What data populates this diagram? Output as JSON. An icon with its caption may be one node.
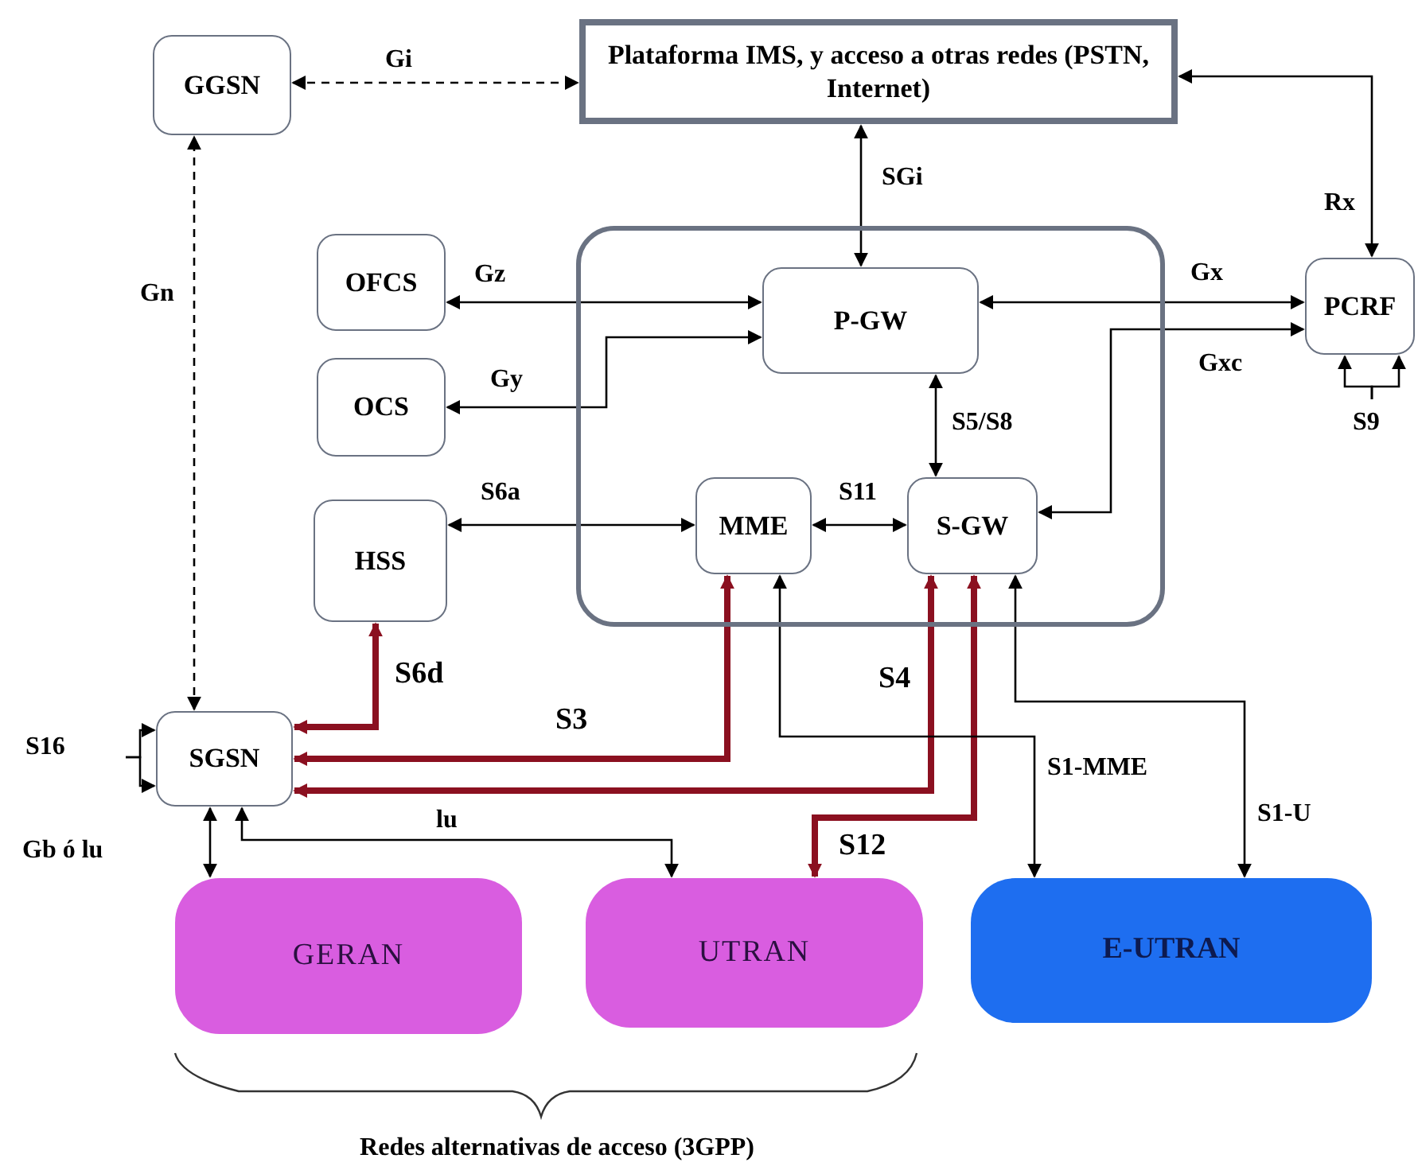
{
  "diagram": {
    "nodes": [
      {
        "text": [
          "GGSN"
        ]
      },
      {
        "text": [
          "Plataforma IMS, y acceso a otras redes (PSTN, Internet)"
        ]
      },
      {
        "text": [],
        "shape": "box"
      },
      {
        "text": [
          "P-GW"
        ],
        "in": 2
      },
      {
        "text": [
          "MME"
        ],
        "in": 2
      },
      {
        "text": [
          "S-GW"
        ],
        "in": 2
      },
      {
        "text": [
          "OFCS"
        ]
      },
      {
        "text": [
          "OCS"
        ]
      },
      {
        "text": [
          "HSS"
        ]
      },
      {
        "text": [
          "PCRF"
        ]
      },
      {
        "text": [
          "SGSN"
        ]
      },
      {
        "text": [
          "GERAN"
        ]
      },
      {
        "text": [
          "UTRAN"
        ]
      },
      {
        "text": [
          "E-UTRAN"
        ]
      }
    ],
    "edges": [
      {
        "from": 0,
        "to": 1,
        "arrow": "both",
        "label": "Gi",
        "style": "dashed"
      },
      {
        "from": 10,
        "to": 0,
        "arrow": "both",
        "label": "Gn",
        "style": "dashed"
      },
      {
        "from": 1,
        "to": 3,
        "arrow": "both",
        "label": "SGi"
      },
      {
        "from": 1,
        "to": 9,
        "arrow": "both",
        "label": "Rx"
      },
      {
        "from": 6,
        "to": 3,
        "arrow": "both",
        "label": "Gz"
      },
      {
        "from": 7,
        "to": 3,
        "arrow": "both",
        "label": "Gy"
      },
      {
        "from": 3,
        "to": 9,
        "arrow": "both",
        "label": "Gx"
      },
      {
        "from": 9,
        "to": 5,
        "arrow": "both",
        "label": "Gxc"
      },
      {
        "from": 3,
        "to": 5,
        "arrow": "both",
        "label": "S5/S8"
      },
      {
        "from": 4,
        "to": 5,
        "arrow": "both",
        "label": "S11"
      },
      {
        "from": 8,
        "to": 4,
        "arrow": "both",
        "label": "S6a"
      },
      {
        "from": 10,
        "to": 8,
        "arrow": "both",
        "label": "S6d",
        "style": "thick",
        "color": "#8b1020"
      },
      {
        "from": 10,
        "to": 4,
        "arrow": "both",
        "label": "S3",
        "style": "thick",
        "color": "#8b1020"
      },
      {
        "from": 10,
        "to": 5,
        "arrow": "both",
        "label": "S4",
        "style": "thick",
        "color": "#8b1020"
      },
      {
        "from": 5,
        "to": 12,
        "arrow": "both",
        "label": "S12",
        "style": "thick",
        "color": "#8b1020"
      },
      {
        "from": 4,
        "to": 13,
        "arrow": "both",
        "label": "S1-MME"
      },
      {
        "from": 5,
        "to": 13,
        "arrow": "both",
        "label": "S1-U"
      },
      {
        "from": 10,
        "to": 11,
        "arrow": "both",
        "label": "Gb ó lu"
      },
      {
        "from": 10,
        "to": 12,
        "arrow": "both",
        "label": "lu"
      },
      {
        "from": null,
        "to": 9,
        "arrow": "to",
        "label": "S9"
      },
      {
        "from": null,
        "to": 9,
        "arrow": "to"
      },
      {
        "from": null,
        "to": 10,
        "arrow": "to",
        "label": "S16"
      },
      {
        "from": null,
        "to": 10,
        "arrow": "to"
      }
    ],
    "labels": [
      "Redes alternativas de acceso (3GPP)"
    ]
  }
}
